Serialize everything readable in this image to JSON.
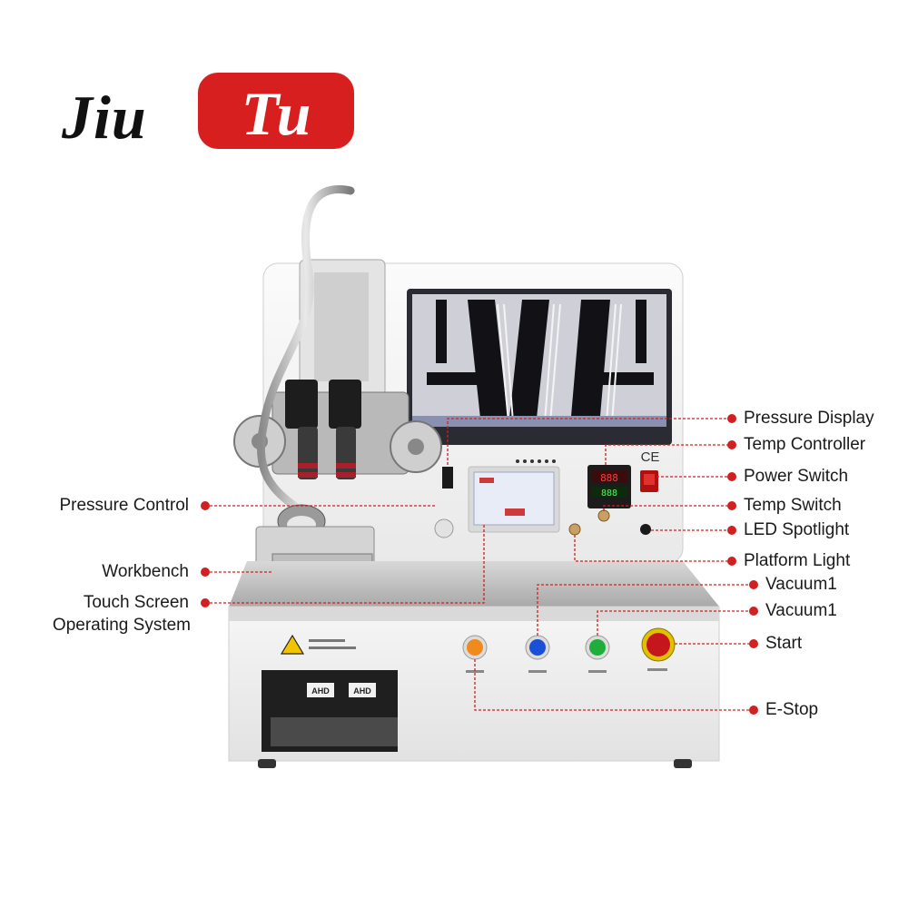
{
  "brand": {
    "part1": "Jiu",
    "part2": "Tu"
  },
  "colors": {
    "accent": "#d71f1f",
    "leader": "#d02020",
    "panel": "#f4f4f4",
    "screen": "#2a2a32"
  },
  "labels": {
    "pressure_display": "Pressure Display",
    "temp_controller": "Temp Controller",
    "power_switch": "Power Switch",
    "temp_switch": "Temp Switch",
    "led_spotlight": "LED Spotlight",
    "platform_light": "Platform Light",
    "vacuum1_a": "Vacuum1",
    "vacuum1_b": "Vacuum1",
    "start": "Start",
    "e_stop": "E-Stop",
    "pressure_control": "Pressure Control",
    "workbench": "Workbench",
    "touch_screen_line1": "Touch Screen",
    "touch_screen_line2": "Operating System"
  },
  "machine": {
    "temp_readout_top": "888",
    "temp_readout_bottom": "888",
    "ce_mark": "CE",
    "badge_ahd_1": "AHD",
    "badge_ahd_2": "AHD"
  }
}
